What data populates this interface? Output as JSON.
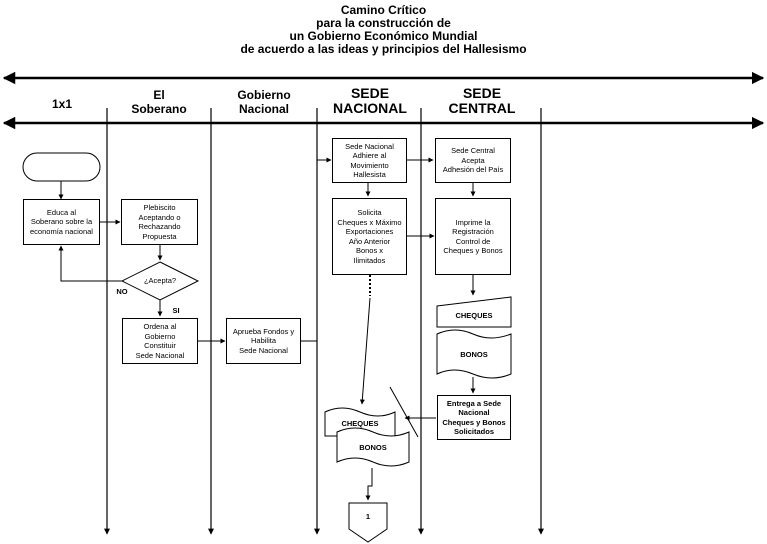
{
  "title": {
    "line1": "Camino Crítico",
    "line2": "para la construcción de",
    "line3": "un Gobierno Económico Mundial",
    "line4": "de acuerdo a las ideas y principios del Hallesismo"
  },
  "lanes": {
    "l1": "1x1",
    "l2": "El\nSoberano",
    "l3": "Gobierno\nNacional",
    "l4": "SEDE\nNACIONAL",
    "l5": "SEDE\nCENTRAL"
  },
  "nodes": {
    "educa": "Educa al\nSoberano sobre la\neconomía nacional",
    "plebiscito": "Plebiscito\nAceptando o\nRechazando\nPropuesta",
    "acepta": "¿Acepta?",
    "no": "NO",
    "si": "SI",
    "ordena": "Ordena al\nGobierno\nConstituir\nSede Nacional",
    "aprueba": "Aprueba Fondos y\nHabilita\nSede Nacional",
    "adhiere": "Sede Nacional\nAdhiere al\nMovimiento\nHallesista",
    "solicita": "Solicita\nCheques x Máximo\nExportaciones\nAño Anterior\nBonos x\nIlimitados",
    "acepta_central": "Sede Central\nAcepta\nAdhesión del País",
    "imprime": "Imprime la\nRegistración\nControl de\nCheques y Bonos",
    "cheques1": "CHEQUES",
    "bonos1": "BONOS",
    "entrega": "Entrega a Sede\nNacional\nCheques y Bonos\nSolicitados",
    "cheques2": "CHEQUES",
    "bonos2": "BONOS",
    "connector": "1"
  }
}
